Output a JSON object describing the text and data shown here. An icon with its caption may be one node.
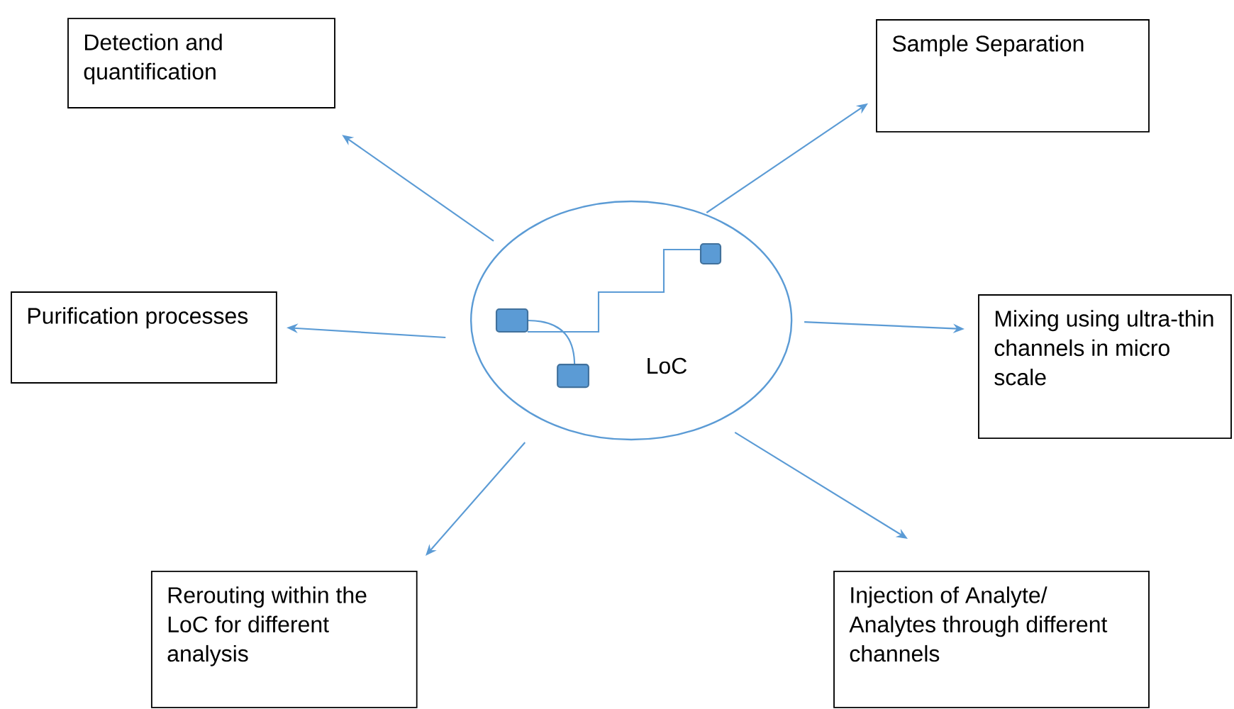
{
  "diagram": {
    "nodes": [
      {
        "text": [
          "LoC"
        ]
      },
      {
        "text": [
          "Detection and quantification"
        ]
      },
      {
        "text": [
          "Sample Separation"
        ]
      },
      {
        "text": [
          "Purification processes"
        ]
      },
      {
        "text": [
          "Mixing using ultra-thin channels in micro scale"
        ]
      },
      {
        "text": [
          "Rerouting within the LoC for different analysis"
        ]
      },
      {
        "text": [
          "Injection of Analyte/ Analytes through different channels"
        ]
      }
    ],
    "edges": [
      {
        "from": 0,
        "to": 1,
        "arrow": "to"
      },
      {
        "from": 0,
        "to": 2,
        "arrow": "to"
      },
      {
        "from": 0,
        "to": 3,
        "arrow": "to"
      },
      {
        "from": 0,
        "to": 4,
        "arrow": "to"
      },
      {
        "from": 0,
        "to": 5,
        "arrow": "to"
      },
      {
        "from": 0,
        "to": 6,
        "arrow": "to"
      }
    ]
  }
}
